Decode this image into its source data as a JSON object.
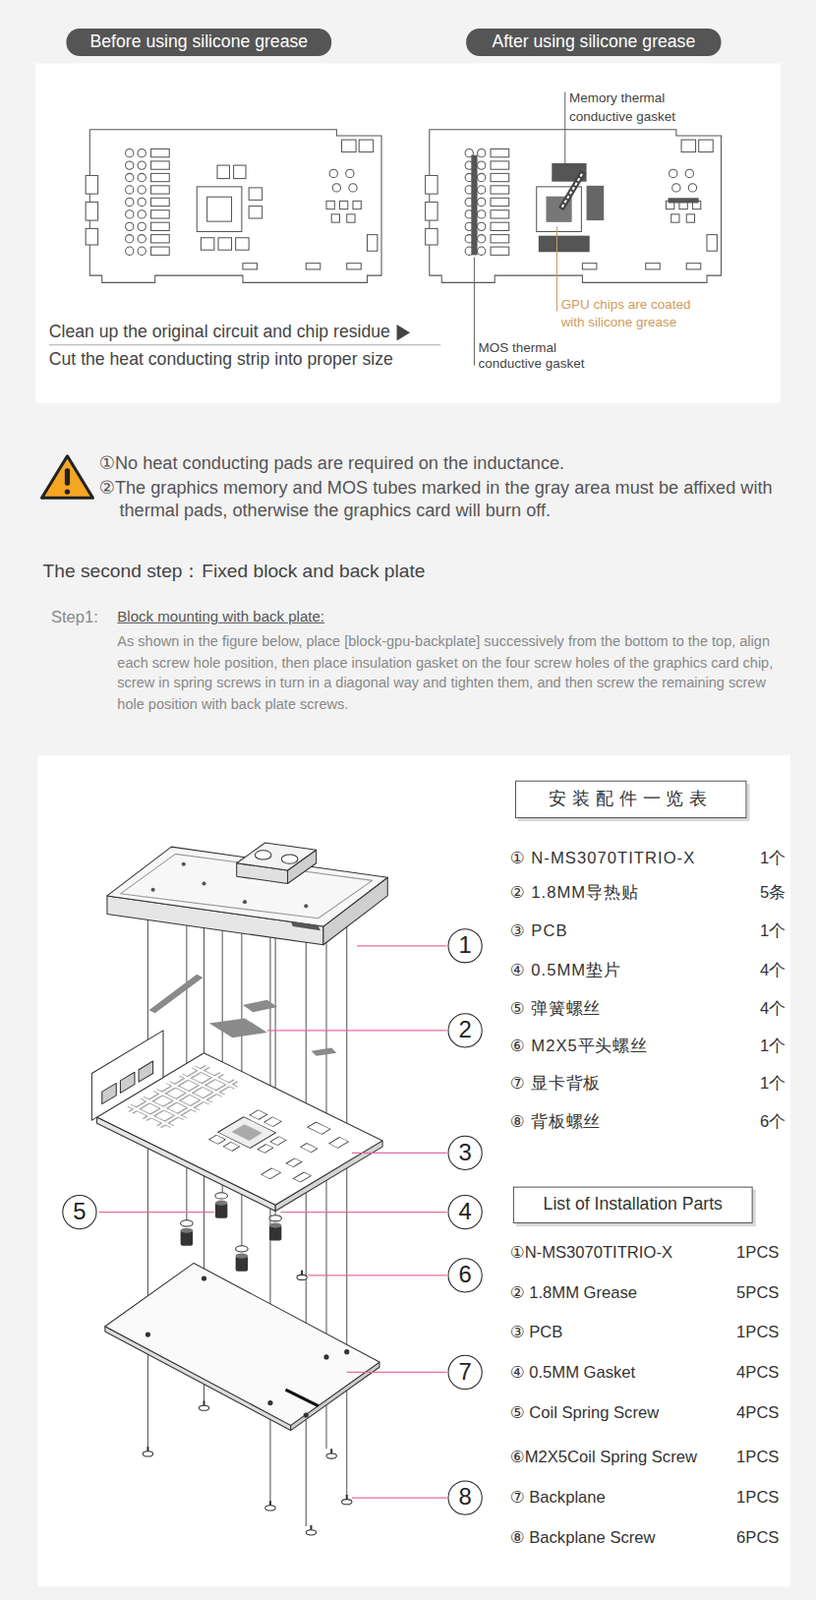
{
  "diagram": {
    "nodes": [
      {
        "text": [
          "Before using silicone grease"
        ]
      },
      {
        "text": [
          "After using silicone grease"
        ]
      },
      {
        "text": [
          "安装配件一览表"
        ]
      },
      {
        "text": [
          "1"
        ]
      },
      {
        "text": [
          "2"
        ]
      },
      {
        "text": [
          "3"
        ]
      },
      {
        "text": [
          "5"
        ]
      },
      {
        "text": [
          "4"
        ]
      },
      {
        "text": [
          "List of Installation Parts"
        ]
      },
      {
        "text": [
          "6"
        ]
      },
      {
        "text": [
          "7"
        ]
      },
      {
        "text": [
          "8"
        ]
      }
    ],
    "labels": [
      "Memory thermal conductive gasket",
      "GPU chips are coated with silicone grease",
      "MOS thermal conductive gasket",
      "Clean up the original circuit and chip residue",
      "Cut the heat conducting strip into proper size",
      "①No heat conducting pads are required on the inductance.",
      "②The graphics memory and MOS tubes marked in the gray area must be affixed with thermal pads, otherwise the graphics card will burn off.",
      "The second step：Fixed block and back plate",
      "Step1:",
      "Block mounting with back plate:",
      "As shown in the figure below, place [block-gpu-backplate] successively from the bottom to the top, align each screw hole position, then place insulation gasket on the four screw holes of the graphics card chip, screw in spring screws in turn in a diagonal way and tighten them, and then screw the remaining screw hole position with back plate screws.",
      "① N-MS3070TITRIO-X",
      "1个",
      "② 1.8MM导热贴",
      "5条",
      "③ PCB",
      "1个",
      "④ 0.5MM垫片",
      "4个",
      "⑤ 弹簧螺丝",
      "4个",
      "⑥ M2X5平头螺丝",
      "1个",
      "⑦ 显卡背板",
      "1个",
      "⑧ 背板螺丝",
      "6个",
      "①N-MS3070TITRIO-X",
      "1PCS",
      "② 1.8MM Grease",
      "5PCS",
      "③ PCB",
      "1PCS",
      "④ 0.5MM Gasket",
      "4PCS",
      "⑤ Coil Spring Screw",
      "4PCS",
      "⑥M2X5Coil Spring Screw",
      "1PCS",
      "⑦ Backplane",
      "1PCS",
      "⑧ Backplane Screw",
      "6PCS"
    ]
  }
}
